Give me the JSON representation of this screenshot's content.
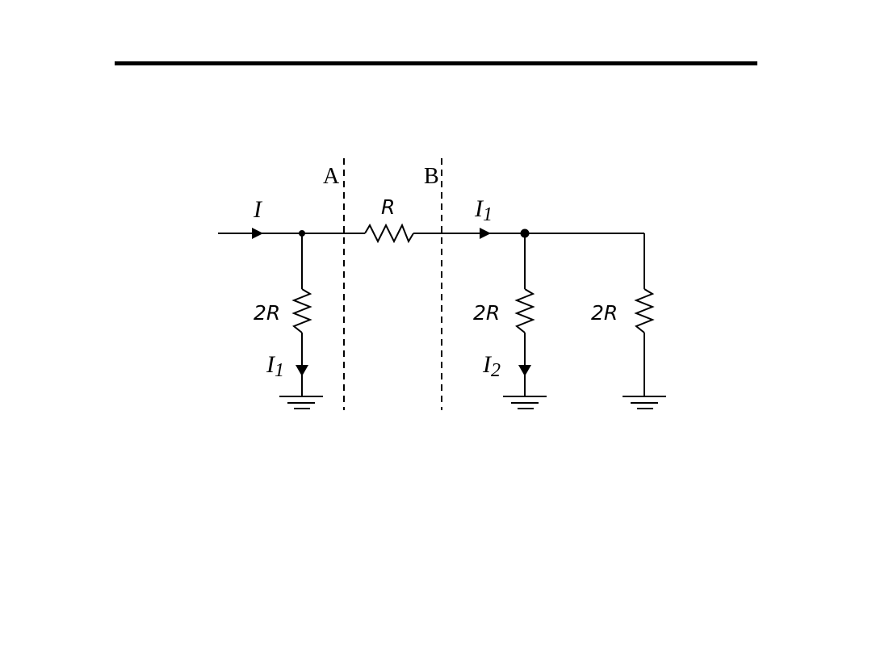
{
  "boundaries": {
    "a": "A",
    "b": "B"
  },
  "currents": {
    "input": "I",
    "branch_one": {
      "symbol": "I",
      "subscript": "1"
    },
    "branch_one_down": {
      "symbol": "I",
      "subscript": "1"
    },
    "branch_two_down": {
      "symbol": "I",
      "subscript": "2"
    }
  },
  "resistors": {
    "series": "R",
    "shunt_left": "2R",
    "shunt_middle": "2R",
    "shunt_right": "2R"
  },
  "colors": {
    "ink": "#000000",
    "background": "#ffffff"
  }
}
